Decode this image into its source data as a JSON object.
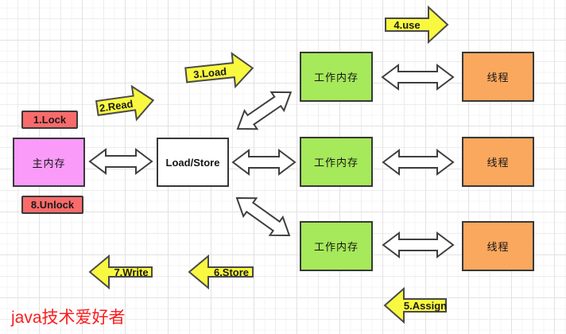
{
  "diagram": {
    "watermark": "java技术爱好者",
    "nodes": {
      "main_memory": {
        "label": "主内存",
        "color": "#fa9bfa"
      },
      "load_store": {
        "label": "Load/Store",
        "color": "#ffffff"
      },
      "working_memory": {
        "label": "工作内存",
        "color": "#a6e95a"
      },
      "thread": {
        "label": "线程",
        "color": "#faa85e"
      }
    },
    "steps": {
      "lock": "1.Lock",
      "read": "2.Read",
      "load": "3.Load",
      "use": "4.use",
      "assign": "5.Assign",
      "store": "6.Store",
      "write": "7.Write",
      "unlock": "8.Unlock"
    },
    "colors": {
      "step_arrow": "#f9f840",
      "lock_tag_bg": "#f96b6b",
      "watermark_text": "#fb1d1d",
      "outline": "#3a3a3a",
      "grid_line": "#e2e2e2"
    }
  }
}
